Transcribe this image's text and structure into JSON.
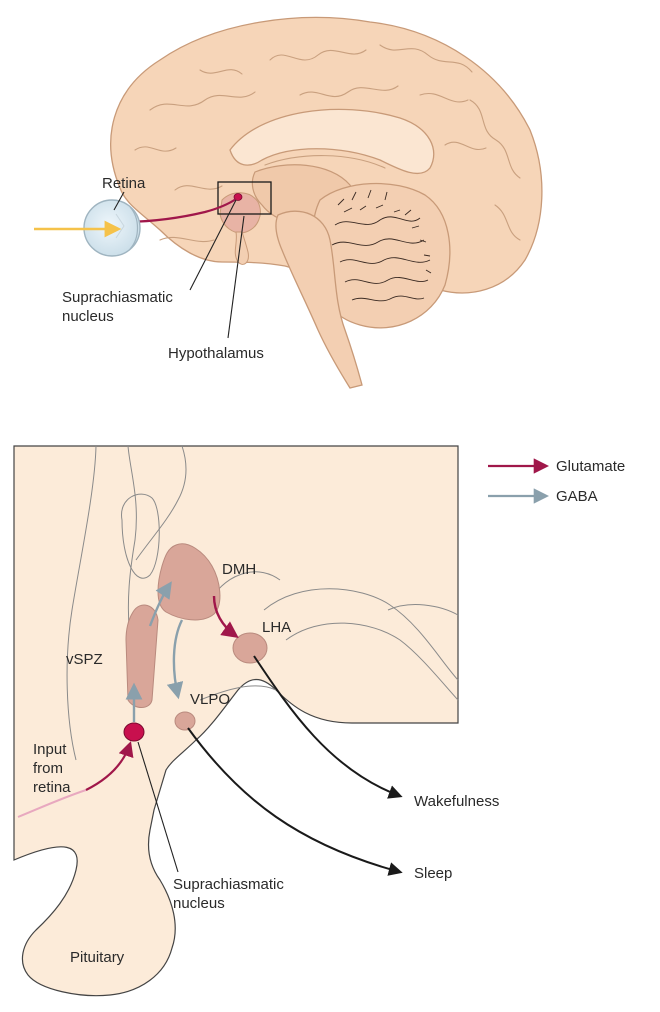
{
  "brain_view": {
    "labels": {
      "retina": "Retina",
      "scn": "Suprachiasmatic\nnucleus",
      "hypothalamus": "Hypothalamus"
    }
  },
  "circuit": {
    "legend": [
      {
        "name": "Glutamate",
        "color": "#a0174a"
      },
      {
        "name": "GABA",
        "color": "#8aa0ac"
      }
    ],
    "regions": {
      "dmh": "DMH",
      "lha": "LHA",
      "vspz": "vSPZ",
      "vlpo": "VLPO",
      "scn": "Suprachiasmatic\nnucleus",
      "pituitary": "Pituitary",
      "input": "Input\nfrom\nretina"
    },
    "outputs": {
      "wake": "Wakefulness",
      "sleep": "Sleep"
    }
  },
  "colors": {
    "brain": "#f6d5b8",
    "tissue": "#fcebd9",
    "nucleus": "#d9a699",
    "scn": "#c8104e",
    "light_arrow": "#f5c24a",
    "black_arrow": "#1a1a1a"
  },
  "icons": [
    "eye-icon",
    "light-arrow-icon"
  ]
}
